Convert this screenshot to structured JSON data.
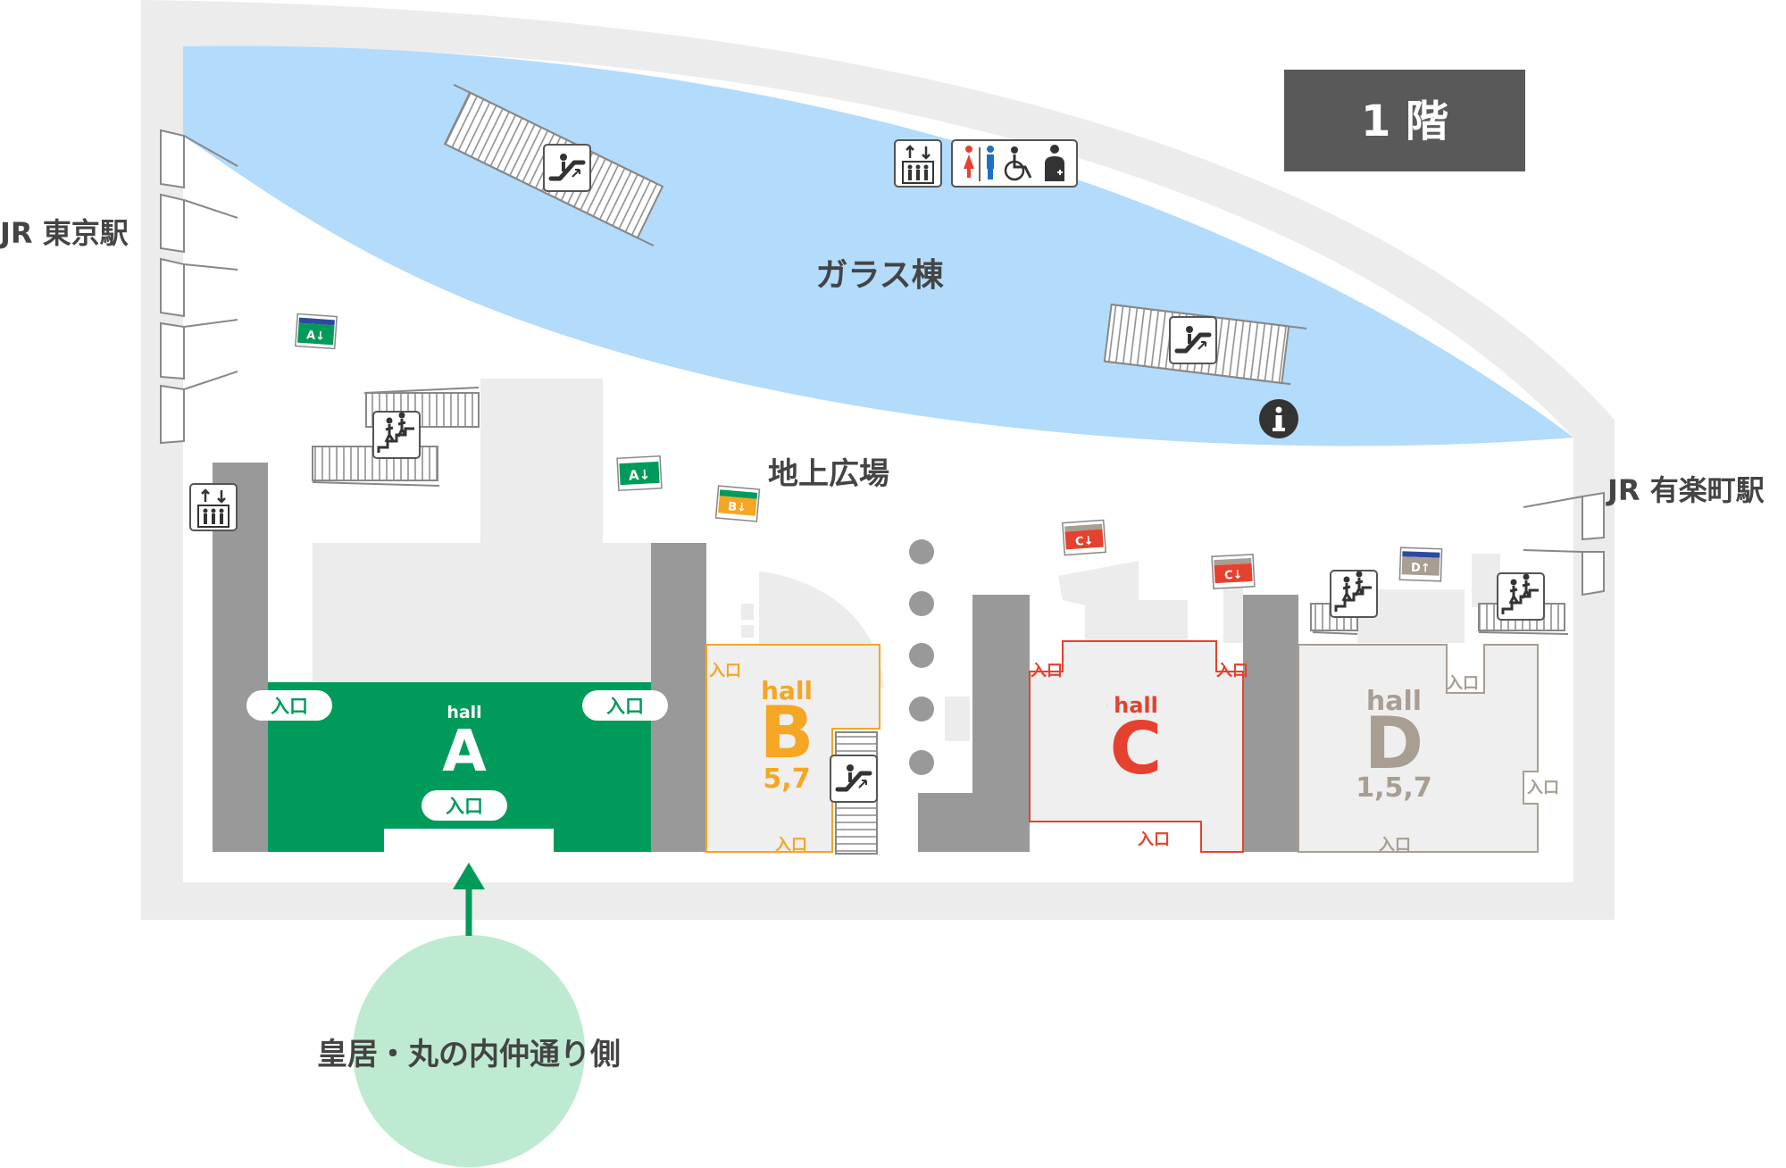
{
  "floor_label": "1 階",
  "glass_building": "ガラス棟",
  "ground_plaza": "地上広場",
  "station_tokyo": "JR 東京駅",
  "station_yurakucho": "JR 有楽町駅",
  "palace_side": "皇居・丸の内仲通り側",
  "entrance": "入口",
  "hall_word": "hall",
  "halls": {
    "a": {
      "letter": "A",
      "color": "#009b5a"
    },
    "b": {
      "letter": "B",
      "floors": "5,7",
      "color": "#f5a623"
    },
    "c": {
      "letter": "C",
      "color": "#e6412e"
    },
    "d": {
      "letter": "D",
      "floors": "1,5,7",
      "color": "#a89e92"
    }
  },
  "signs": {
    "a_down": "A↓",
    "b_down": "B↓",
    "c_down": "C↓",
    "d_up": "D↑"
  },
  "icons": [
    "escalator-icon",
    "elevator-icon",
    "restroom-icon",
    "accessible-icon",
    "multipurpose-restroom-icon",
    "stairs-icon",
    "info-icon",
    "arrow-up-icon"
  ],
  "colors": {
    "glass": "#b3dbfb",
    "wall": "#ececec",
    "pillar": "#999999",
    "floor_badge": "#595959",
    "palace_circle": "#bfead2",
    "text": "#444444"
  }
}
